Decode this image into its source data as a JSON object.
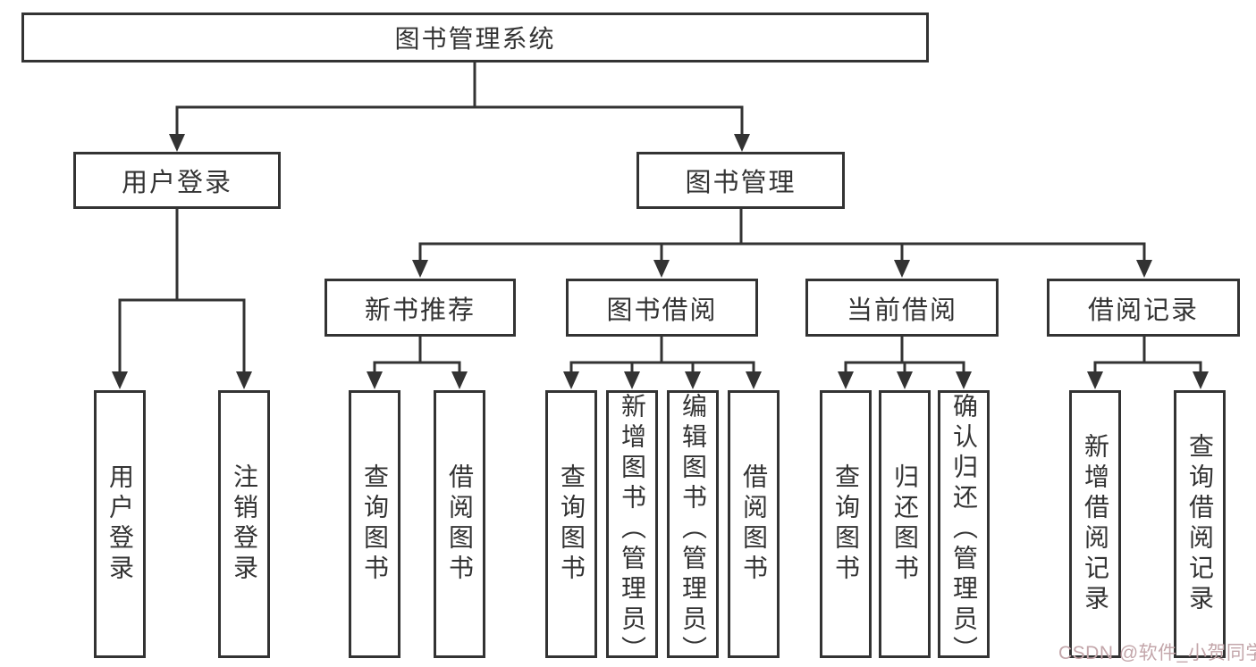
{
  "diagram": {
    "title": "图书管理系统",
    "root": {
      "label": "图书管理系统"
    },
    "level2": {
      "user_login": {
        "label": "用户登录"
      },
      "book_mgmt": {
        "label": "图书管理"
      }
    },
    "user_login_children": [
      "用户登录",
      "注销登录"
    ],
    "book_mgmt_children": [
      "新书推荐",
      "图书借阅",
      "当前借阅",
      "借阅记录"
    ],
    "new_book_children": [
      "查询图书",
      "借阅图书"
    ],
    "book_borrow_children": [
      "查询图书",
      "新增图书（管理员）",
      "编辑图书（管理员）",
      "借阅图书"
    ],
    "current_borrow_children": [
      "查询图书",
      "归还图书",
      "确认归还（管理员）"
    ],
    "borrow_record_children": [
      "新增借阅记录",
      "查询借阅记录"
    ]
  },
  "watermark": {
    "text": "CSDN @软件_小贺同学"
  },
  "colors": {
    "line": "#333333",
    "box_border": "#333333",
    "text": "#333333",
    "background": "#ffffff",
    "watermark": "#c3a6aa"
  }
}
